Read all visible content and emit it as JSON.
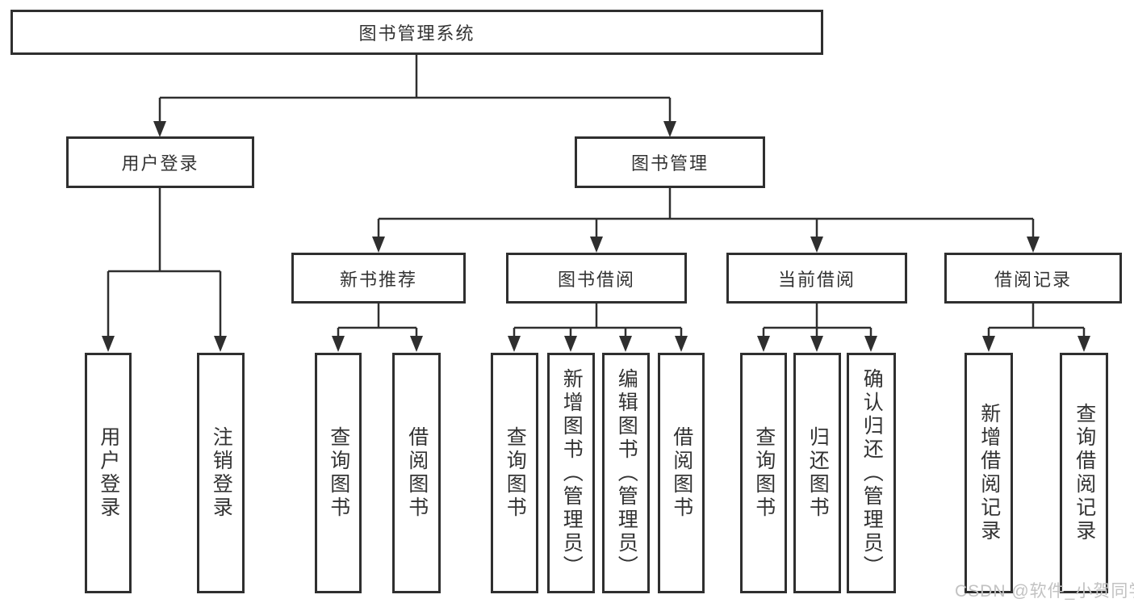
{
  "colors": {
    "line": "#2f2f2f",
    "box_border": "#2f2f2f",
    "text": "#333333",
    "background": "#ffffff",
    "watermark": "#c2c2c2"
  },
  "tree": {
    "root": "图书管理系统",
    "children": [
      {
        "label": "用户登录",
        "children": [
          "用户登录",
          "注销登录"
        ]
      },
      {
        "label": "图书管理",
        "children": [
          {
            "label": "新书推荐",
            "children": [
              "查询图书",
              "借阅图书"
            ]
          },
          {
            "label": "图书借阅",
            "children": [
              "查询图书",
              "新增图书（管理员）",
              "编辑图书（管理员）",
              "借阅图书"
            ]
          },
          {
            "label": "当前借阅",
            "children": [
              "查询图书",
              "归还图书",
              "确认归还（管理员）"
            ]
          },
          {
            "label": "借阅记录",
            "children": [
              "新增借阅记录",
              "查询借阅记录"
            ]
          }
        ]
      }
    ]
  },
  "watermark": "CSDN @软件_小贺同学"
}
